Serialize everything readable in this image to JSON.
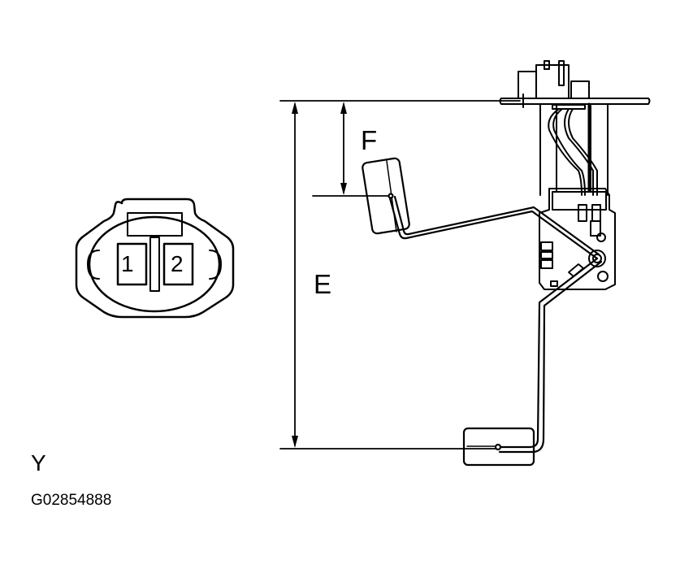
{
  "diagram": {
    "type": "fuel-sender-gauge-illustration",
    "labels": {
      "dimension_f": "F",
      "dimension_e": "E",
      "view": "Y",
      "figure_id": "G02854888"
    },
    "connector": {
      "pins": [
        "1",
        "2"
      ]
    },
    "colors": {
      "line": "#000000",
      "background": "#ffffff"
    }
  }
}
